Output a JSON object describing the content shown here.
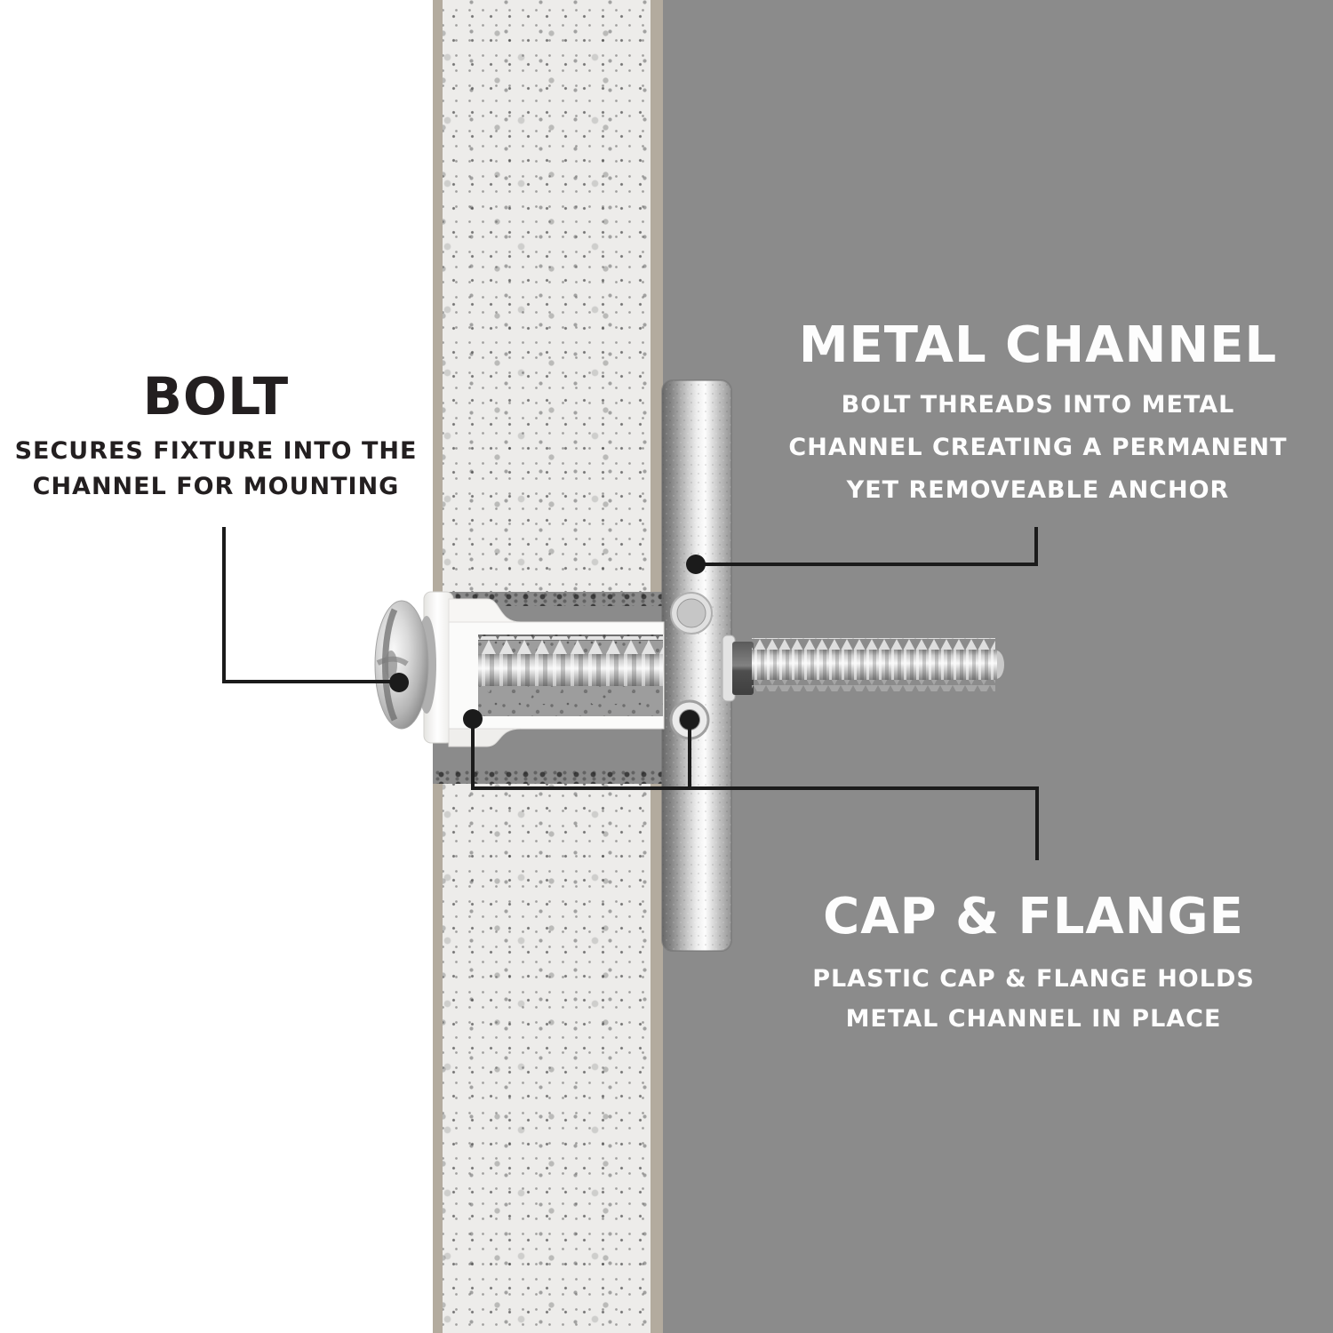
{
  "colors": {
    "background_left": "#ffffff",
    "background_right": "#8b8b8b",
    "wall_face": "#edecea",
    "wall_edge": "#b3ab9e",
    "leader_line": "#1b1b1b",
    "text_dark": "#231f20",
    "text_light": "#fdfdfd"
  },
  "labels": {
    "bolt": {
      "title": "BOLT",
      "description": "SECURES FIXTURE INTO THE\nCHANNEL FOR MOUNTING"
    },
    "metal_channel": {
      "title": "METAL CHANNEL",
      "description": "BOLT THREADS INTO METAL\nCHANNEL CREATING A PERMANENT\nYET REMOVEABLE ANCHOR"
    },
    "cap_flange": {
      "title": "CAP & FLANGE",
      "description": "PLASTIC CAP & FLANGE HOLDS\nMETAL CHANNEL IN PLACE"
    }
  }
}
